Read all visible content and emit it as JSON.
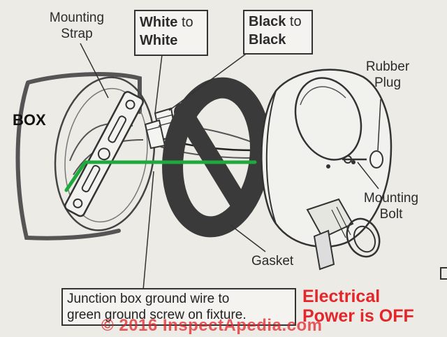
{
  "labels": {
    "mounting_strap_1": "Mounting",
    "mounting_strap_2": "Strap",
    "white_1a": "White",
    "white_1b": " to",
    "white_2": "White",
    "black_1a": "Black",
    "black_1b": " to",
    "black_2": "Black",
    "rubber_plug_1": "Rubber",
    "rubber_plug_2": "Plug",
    "box": "BOX",
    "mounting_bolt_1": "Mounting",
    "mounting_bolt_2": "Bolt",
    "gasket": "Gasket",
    "junction_line_1": "Junction box ground wire to",
    "junction_line_2": "green ground screw on fixture.",
    "power_1": "Electrical",
    "power_2": "Power is OFF",
    "copyright": "© 2016 InspectApedia.com"
  },
  "colors": {
    "ground_wire": "#1fa83c",
    "warning_text": "#e4262b",
    "ink": "#333333",
    "gasket": "#3a3a3a"
  }
}
